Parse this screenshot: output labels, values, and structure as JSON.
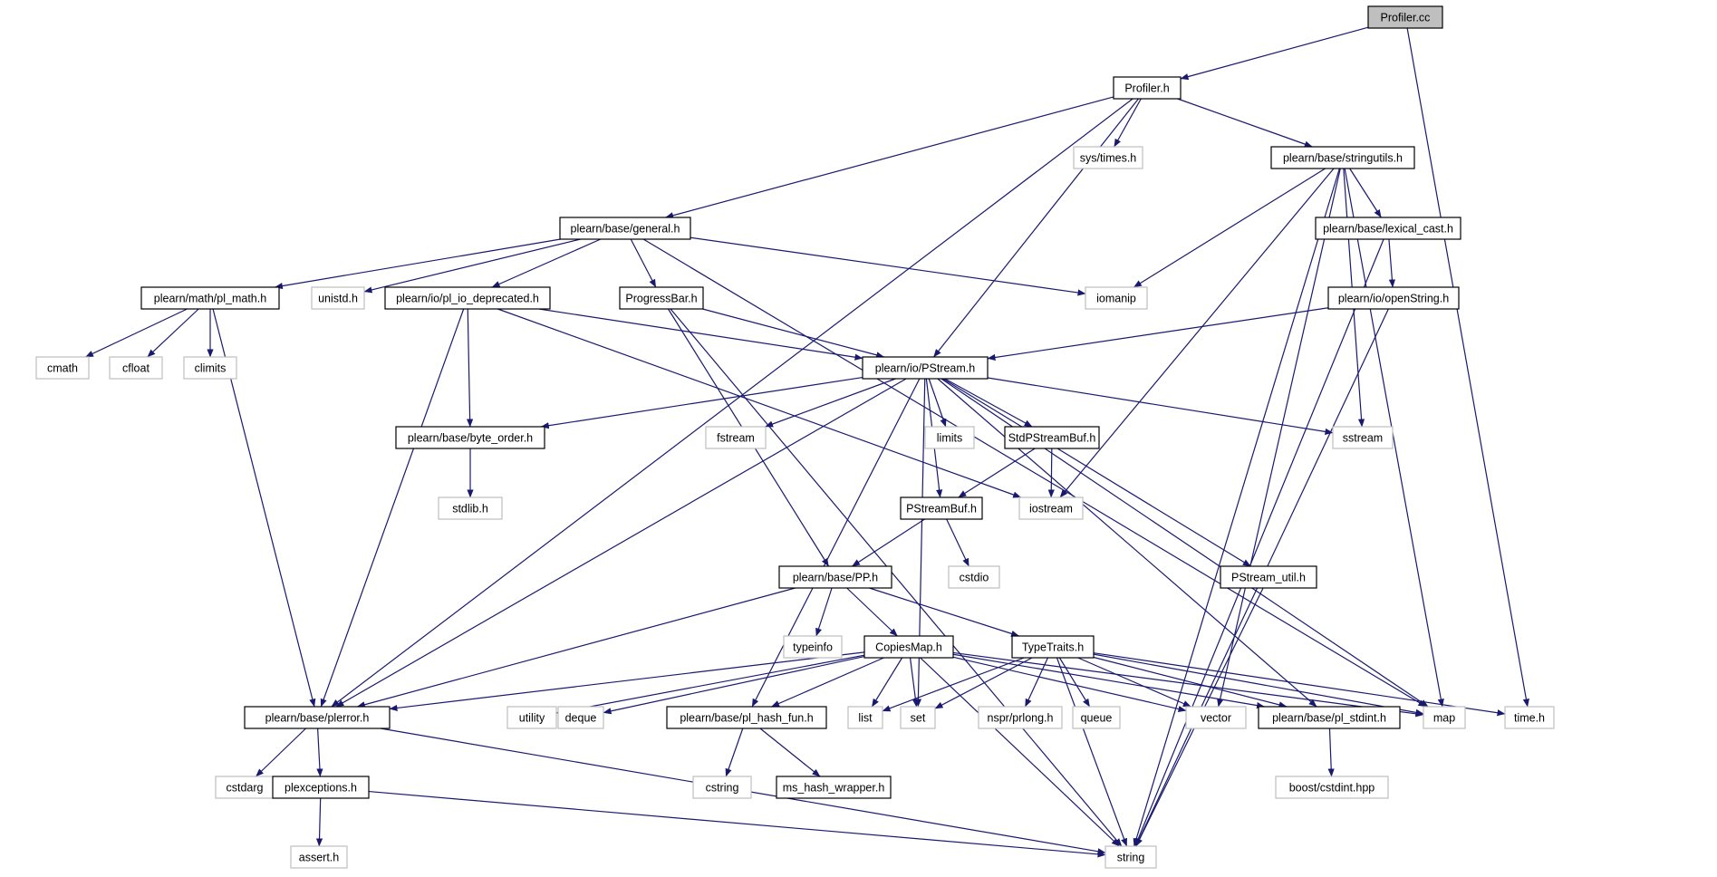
{
  "graph": {
    "edge_color": "#191970",
    "local_border": "#000000",
    "system_border": "#bfbfbf",
    "root_fill": "#bfbfbf",
    "nodes": [
      {
        "id": "profiler_cc",
        "label": "Profiler.cc",
        "kind": "root"
      },
      {
        "id": "profiler_h",
        "label": "Profiler.h",
        "kind": "local"
      },
      {
        "id": "stringutils",
        "label": "plearn/base/stringutils.h",
        "kind": "local"
      },
      {
        "id": "sys_times",
        "label": "sys/times.h",
        "kind": "system"
      },
      {
        "id": "general",
        "label": "plearn/base/general.h",
        "kind": "local"
      },
      {
        "id": "lexical_cast",
        "label": "plearn/base/lexical_cast.h",
        "kind": "local"
      },
      {
        "id": "pl_math",
        "label": "plearn/math/pl_math.h",
        "kind": "local"
      },
      {
        "id": "unistd",
        "label": "unistd.h",
        "kind": "system"
      },
      {
        "id": "pl_io_deprecated",
        "label": "plearn/io/pl_io_deprecated.h",
        "kind": "local"
      },
      {
        "id": "progressbar",
        "label": "ProgressBar.h",
        "kind": "local"
      },
      {
        "id": "iomanip",
        "label": "iomanip",
        "kind": "system"
      },
      {
        "id": "openstring",
        "label": "plearn/io/openString.h",
        "kind": "local"
      },
      {
        "id": "cmath",
        "label": "cmath",
        "kind": "system"
      },
      {
        "id": "cfloat",
        "label": "cfloat",
        "kind": "system"
      },
      {
        "id": "climits",
        "label": "climits",
        "kind": "system"
      },
      {
        "id": "pstream",
        "label": "plearn/io/PStream.h",
        "kind": "local"
      },
      {
        "id": "byte_order",
        "label": "plearn/base/byte_order.h",
        "kind": "local"
      },
      {
        "id": "fstream",
        "label": "fstream",
        "kind": "system"
      },
      {
        "id": "limits",
        "label": "limits",
        "kind": "system"
      },
      {
        "id": "stdpstreambuf",
        "label": "StdPStreamBuf.h",
        "kind": "local"
      },
      {
        "id": "sstream",
        "label": "sstream",
        "kind": "system"
      },
      {
        "id": "stdlib",
        "label": "stdlib.h",
        "kind": "system"
      },
      {
        "id": "pstreambuf",
        "label": "PStreamBuf.h",
        "kind": "local"
      },
      {
        "id": "iostream",
        "label": "iostream",
        "kind": "system"
      },
      {
        "id": "cstdio",
        "label": "cstdio",
        "kind": "system"
      },
      {
        "id": "pp",
        "label": "plearn/base/PP.h",
        "kind": "local"
      },
      {
        "id": "pstream_util",
        "label": "PStream_util.h",
        "kind": "local"
      },
      {
        "id": "typeinfo",
        "label": "typeinfo",
        "kind": "system"
      },
      {
        "id": "copiesmap",
        "label": "CopiesMap.h",
        "kind": "local"
      },
      {
        "id": "typetraits",
        "label": "TypeTraits.h",
        "kind": "local"
      },
      {
        "id": "plerror",
        "label": "plearn/base/plerror.h",
        "kind": "local"
      },
      {
        "id": "utility",
        "label": "utility",
        "kind": "system"
      },
      {
        "id": "deque",
        "label": "deque",
        "kind": "system"
      },
      {
        "id": "pl_hash_fun",
        "label": "plearn/base/pl_hash_fun.h",
        "kind": "local"
      },
      {
        "id": "list",
        "label": "list",
        "kind": "system"
      },
      {
        "id": "set",
        "label": "set",
        "kind": "system"
      },
      {
        "id": "prlong",
        "label": "nspr/prlong.h",
        "kind": "system"
      },
      {
        "id": "queue",
        "label": "queue",
        "kind": "system"
      },
      {
        "id": "vector",
        "label": "vector",
        "kind": "system"
      },
      {
        "id": "pl_stdint",
        "label": "plearn/base/pl_stdint.h",
        "kind": "local"
      },
      {
        "id": "map",
        "label": "map",
        "kind": "system"
      },
      {
        "id": "time_h",
        "label": "time.h",
        "kind": "system"
      },
      {
        "id": "cstdarg",
        "label": "cstdarg",
        "kind": "system"
      },
      {
        "id": "plexceptions",
        "label": "plexceptions.h",
        "kind": "local"
      },
      {
        "id": "cstring",
        "label": "cstring",
        "kind": "system"
      },
      {
        "id": "ms_hash_wrapper",
        "label": "ms_hash_wrapper.h",
        "kind": "local"
      },
      {
        "id": "boost_cstdint",
        "label": "boost/cstdint.hpp",
        "kind": "system"
      },
      {
        "id": "assert",
        "label": "assert.h",
        "kind": "system"
      },
      {
        "id": "string",
        "label": "string",
        "kind": "system"
      }
    ],
    "edges": [
      [
        "profiler_cc",
        "profiler_h"
      ],
      [
        "profiler_cc",
        "time_h"
      ],
      [
        "profiler_h",
        "plerror"
      ],
      [
        "profiler_h",
        "general"
      ],
      [
        "profiler_h",
        "sys_times"
      ],
      [
        "profiler_h",
        "stringutils"
      ],
      [
        "profiler_h",
        "pstream"
      ],
      [
        "stringutils",
        "lexical_cast"
      ],
      [
        "stringutils",
        "iomanip"
      ],
      [
        "stringutils",
        "iostream"
      ],
      [
        "stringutils",
        "sstream"
      ],
      [
        "stringutils",
        "vector"
      ],
      [
        "stringutils",
        "map"
      ],
      [
        "stringutils",
        "string"
      ],
      [
        "lexical_cast",
        "openstring"
      ],
      [
        "lexical_cast",
        "string"
      ],
      [
        "openstring",
        "pstream"
      ],
      [
        "openstring",
        "string"
      ],
      [
        "general",
        "pl_math"
      ],
      [
        "general",
        "unistd"
      ],
      [
        "general",
        "pl_io_deprecated"
      ],
      [
        "general",
        "progressbar"
      ],
      [
        "general",
        "iomanip"
      ],
      [
        "general",
        "map"
      ],
      [
        "pl_math",
        "cmath"
      ],
      [
        "pl_math",
        "cfloat"
      ],
      [
        "pl_math",
        "climits"
      ],
      [
        "pl_math",
        "plerror"
      ],
      [
        "pl_io_deprecated",
        "pstream"
      ],
      [
        "pl_io_deprecated",
        "byte_order"
      ],
      [
        "pl_io_deprecated",
        "plerror"
      ],
      [
        "pl_io_deprecated",
        "iostream"
      ],
      [
        "progressbar",
        "pstream"
      ],
      [
        "progressbar",
        "pp"
      ],
      [
        "progressbar",
        "string"
      ],
      [
        "pstream",
        "byte_order"
      ],
      [
        "pstream",
        "fstream"
      ],
      [
        "pstream",
        "limits"
      ],
      [
        "pstream",
        "stdpstreambuf"
      ],
      [
        "pstream",
        "sstream"
      ],
      [
        "pstream",
        "pstreambuf"
      ],
      [
        "pstream",
        "pstream_util"
      ],
      [
        "pstream",
        "plerror"
      ],
      [
        "pstream",
        "pl_hash_fun"
      ],
      [
        "pstream",
        "set"
      ],
      [
        "pstream",
        "map"
      ],
      [
        "pstream",
        "pl_stdint"
      ],
      [
        "byte_order",
        "stdlib"
      ],
      [
        "stdpstreambuf",
        "pstreambuf"
      ],
      [
        "stdpstreambuf",
        "iostream"
      ],
      [
        "pstreambuf",
        "pp"
      ],
      [
        "pstreambuf",
        "cstdio"
      ],
      [
        "pstream_util",
        "string"
      ],
      [
        "pp",
        "typeinfo"
      ],
      [
        "pp",
        "copiesmap"
      ],
      [
        "pp",
        "typetraits"
      ],
      [
        "pp",
        "plerror"
      ],
      [
        "copiesmap",
        "plerror"
      ],
      [
        "copiesmap",
        "utility"
      ],
      [
        "copiesmap",
        "deque"
      ],
      [
        "copiesmap",
        "pl_hash_fun"
      ],
      [
        "copiesmap",
        "list"
      ],
      [
        "copiesmap",
        "set"
      ],
      [
        "copiesmap",
        "vector"
      ],
      [
        "copiesmap",
        "map"
      ],
      [
        "copiesmap",
        "pl_stdint"
      ],
      [
        "copiesmap",
        "string"
      ],
      [
        "typetraits",
        "list"
      ],
      [
        "typetraits",
        "set"
      ],
      [
        "typetraits",
        "prlong"
      ],
      [
        "typetraits",
        "queue"
      ],
      [
        "typetraits",
        "vector"
      ],
      [
        "typetraits",
        "map"
      ],
      [
        "typetraits",
        "pl_stdint"
      ],
      [
        "typetraits",
        "string"
      ],
      [
        "typetraits",
        "time_h"
      ],
      [
        "plerror",
        "cstdarg"
      ],
      [
        "plerror",
        "plexceptions"
      ],
      [
        "plerror",
        "string"
      ],
      [
        "plexceptions",
        "assert"
      ],
      [
        "plexceptions",
        "string"
      ],
      [
        "pl_hash_fun",
        "cstring"
      ],
      [
        "pl_hash_fun",
        "ms_hash_wrapper"
      ],
      [
        "pl_stdint",
        "boost_cstdint"
      ]
    ]
  }
}
